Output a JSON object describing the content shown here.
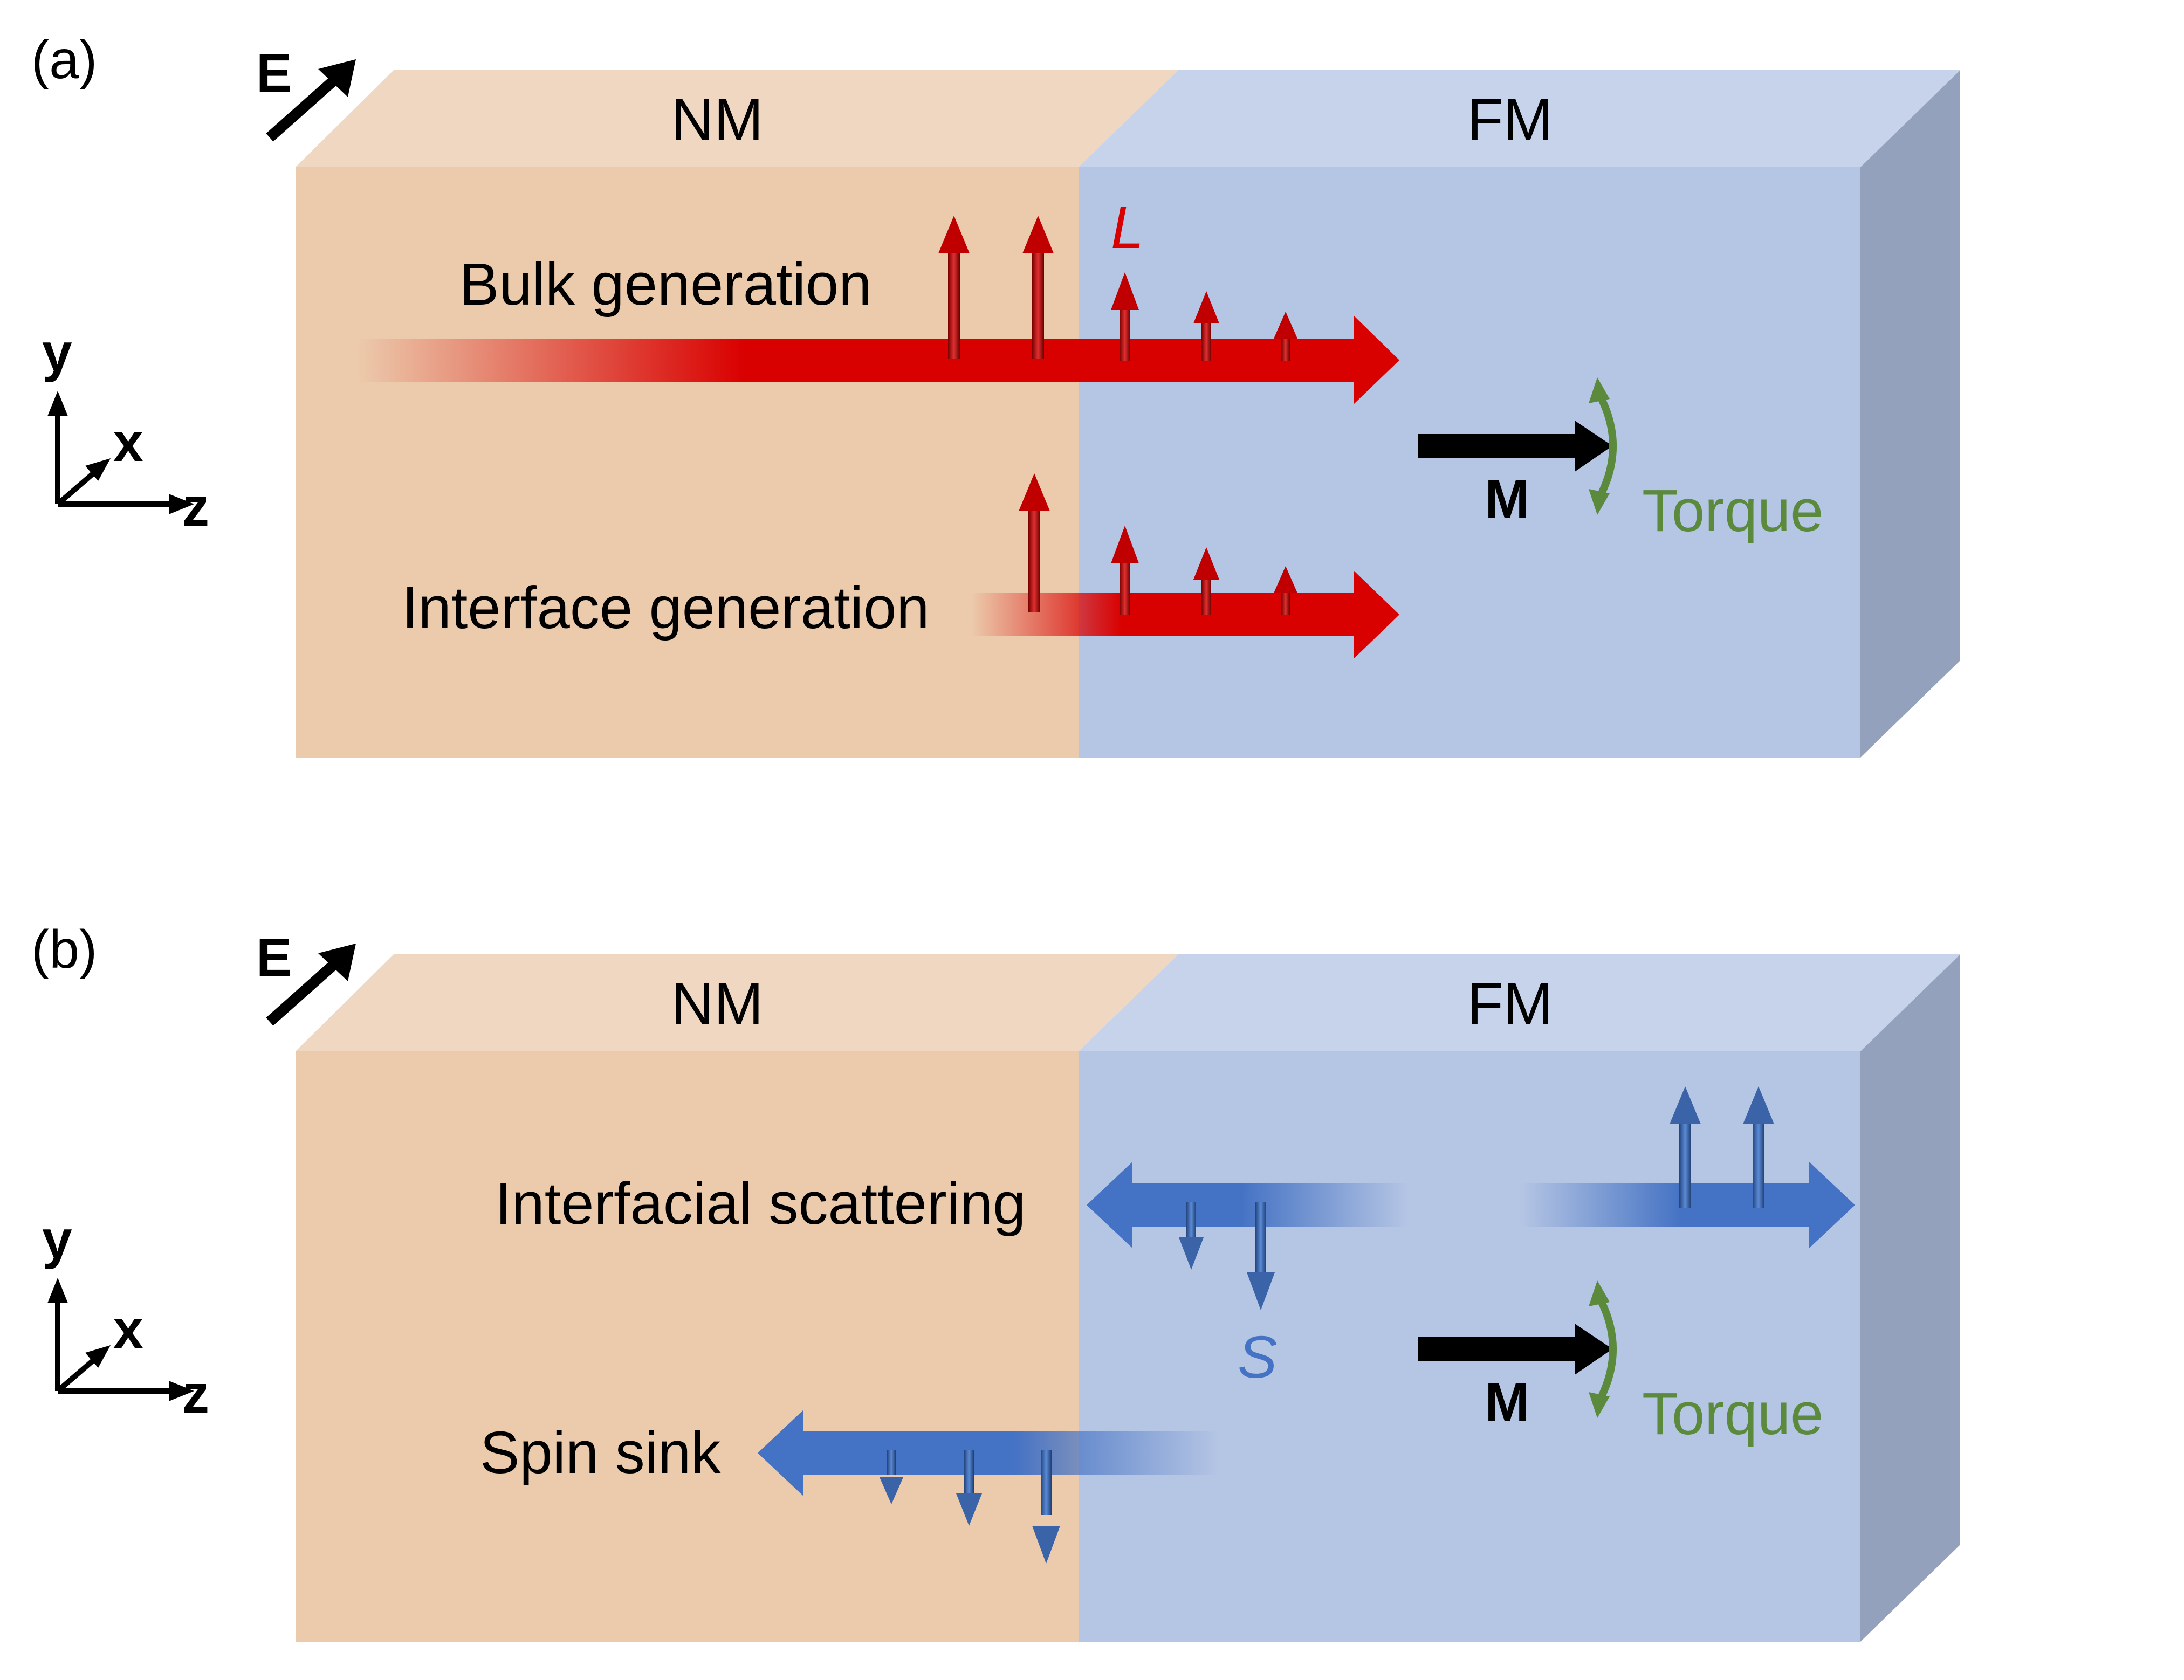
{
  "colors": {
    "nm_front": "#ECCBAC",
    "nm_top": "#EFD7C2",
    "fm_front": "#B5C5E4",
    "fm_top": "#C6D3EA",
    "fm_side": "#94A1BC",
    "red": "#D90000",
    "blue": "#4472C4",
    "torque_green": "#5B8A3C",
    "black": "#000000"
  },
  "panel_a": {
    "tag": "(a)",
    "field_label": "E",
    "nm_label": "NM",
    "fm_label": "FM",
    "bulk_label": "Bulk generation",
    "interface_label": "Interface generation",
    "orbital_symbol": "L",
    "magnetization_label": "M",
    "torque_label": "Torque",
    "axes": {
      "y": "y",
      "x": "x",
      "z": "z"
    }
  },
  "panel_b": {
    "tag": "(b)",
    "field_label": "E",
    "nm_label": "NM",
    "fm_label": "FM",
    "scattering_label": "Interfacial scattering",
    "sink_label": "Spin sink",
    "spin_symbol": "S",
    "magnetization_label": "M",
    "torque_label": "Torque",
    "axes": {
      "y": "y",
      "x": "x",
      "z": "z"
    }
  }
}
